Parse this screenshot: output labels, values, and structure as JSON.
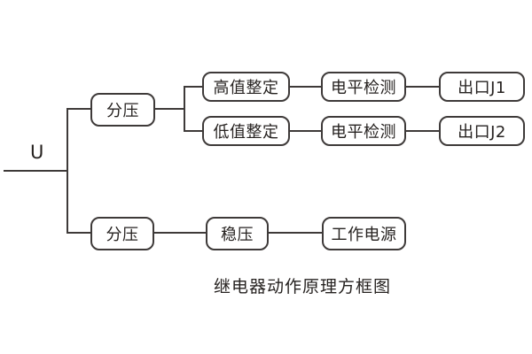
{
  "diagram": {
    "input_label": "U",
    "caption": "继电器动作原理方框图",
    "colors": {
      "line": "#3e3a39",
      "text": "#262220",
      "background": "#ffffff"
    },
    "nodes": [
      {
        "id": "voltage-divider-top",
        "label": "分压"
      },
      {
        "id": "high-value-setting",
        "label": "高值整定"
      },
      {
        "id": "level-detection-1",
        "label": "电平检测"
      },
      {
        "id": "output-j1",
        "label": "出口J1"
      },
      {
        "id": "low-value-setting",
        "label": "低值整定"
      },
      {
        "id": "level-detection-2",
        "label": "电平检测"
      },
      {
        "id": "output-j2",
        "label": "出口J2"
      },
      {
        "id": "voltage-divider-bottom",
        "label": "分压"
      },
      {
        "id": "voltage-regulator",
        "label": "稳压"
      },
      {
        "id": "working-power-supply",
        "label": "工作电源"
      }
    ]
  }
}
